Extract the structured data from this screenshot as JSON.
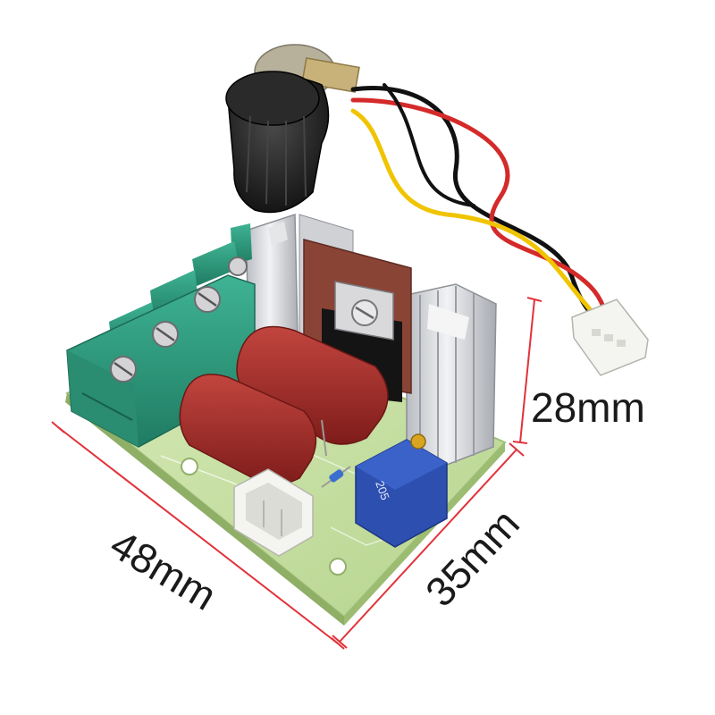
{
  "dimensions": {
    "width_label": "48mm",
    "depth_label": "35mm",
    "height_label": "28mm"
  },
  "colors": {
    "dimension_line": "#e2323a",
    "pcb": "#c9e2a6",
    "terminal_block": "#2f9b7e",
    "capacitor": "#a52a27",
    "heatsink": "#d6d8dc",
    "knob": "#1e1e1e",
    "trimmer": "#2d4fb0",
    "connector": "#f2f2ee"
  },
  "components": {
    "trimmer_markings": "205"
  }
}
